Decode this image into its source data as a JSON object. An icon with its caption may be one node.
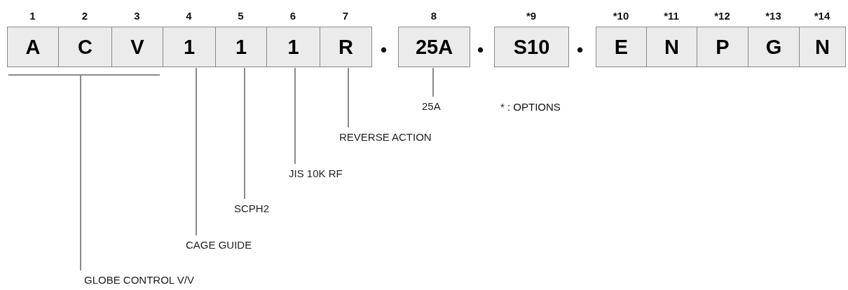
{
  "diagram": {
    "nodes": [
      {
        "text": [
          "A"
        ],
        "beside": [
          "1"
        ]
      },
      {
        "text": [
          "C"
        ],
        "beside": [
          "2"
        ]
      },
      {
        "text": [
          "V"
        ],
        "beside": [
          "3"
        ]
      },
      {
        "text": [
          "1"
        ],
        "beside": [
          "4"
        ]
      },
      {
        "text": [
          "1"
        ],
        "beside": [
          "5"
        ]
      },
      {
        "text": [
          "1"
        ],
        "beside": [
          "6"
        ]
      },
      {
        "text": [
          "R"
        ],
        "beside": [
          "7"
        ]
      },
      {
        "text": [
          "25A"
        ],
        "beside": [
          "8"
        ]
      },
      {
        "text": [
          "S10"
        ],
        "beside": [
          "*9"
        ]
      },
      {
        "text": [
          "E"
        ],
        "beside": [
          "*10"
        ]
      },
      {
        "text": [
          "N"
        ],
        "beside": [
          "*11"
        ]
      },
      {
        "text": [
          "P"
        ],
        "beside": [
          "*12"
        ]
      },
      {
        "text": [
          "G"
        ],
        "beside": [
          "*13"
        ]
      },
      {
        "text": [
          "N"
        ],
        "beside": [
          "*14"
        ]
      },
      {
        "text": [
          "GLOBE CONTROL V/V"
        ]
      },
      {
        "text": [
          "CAGE GUIDE"
        ]
      },
      {
        "text": [
          "SCPH2"
        ]
      },
      {
        "text": [
          "JIS 10K RF"
        ]
      },
      {
        "text": [
          "REVERSE ACTION"
        ]
      },
      {
        "text": [
          "25A"
        ]
      }
    ],
    "edges": [
      {
        "from": 14,
        "to": 0,
        "arrow": "none"
      },
      {
        "from": 14,
        "to": 1,
        "arrow": "none"
      },
      {
        "from": 14,
        "to": 2,
        "arrow": "none"
      },
      {
        "from": 15,
        "to": 3,
        "arrow": "none"
      },
      {
        "from": 16,
        "to": 4,
        "arrow": "none"
      },
      {
        "from": 17,
        "to": 5,
        "arrow": "none"
      },
      {
        "from": 18,
        "to": 6,
        "arrow": "none"
      },
      {
        "from": 19,
        "to": 7,
        "arrow": "none"
      }
    ],
    "labels": [
      "•",
      "•",
      "•",
      "* : OPTIONS"
    ]
  }
}
